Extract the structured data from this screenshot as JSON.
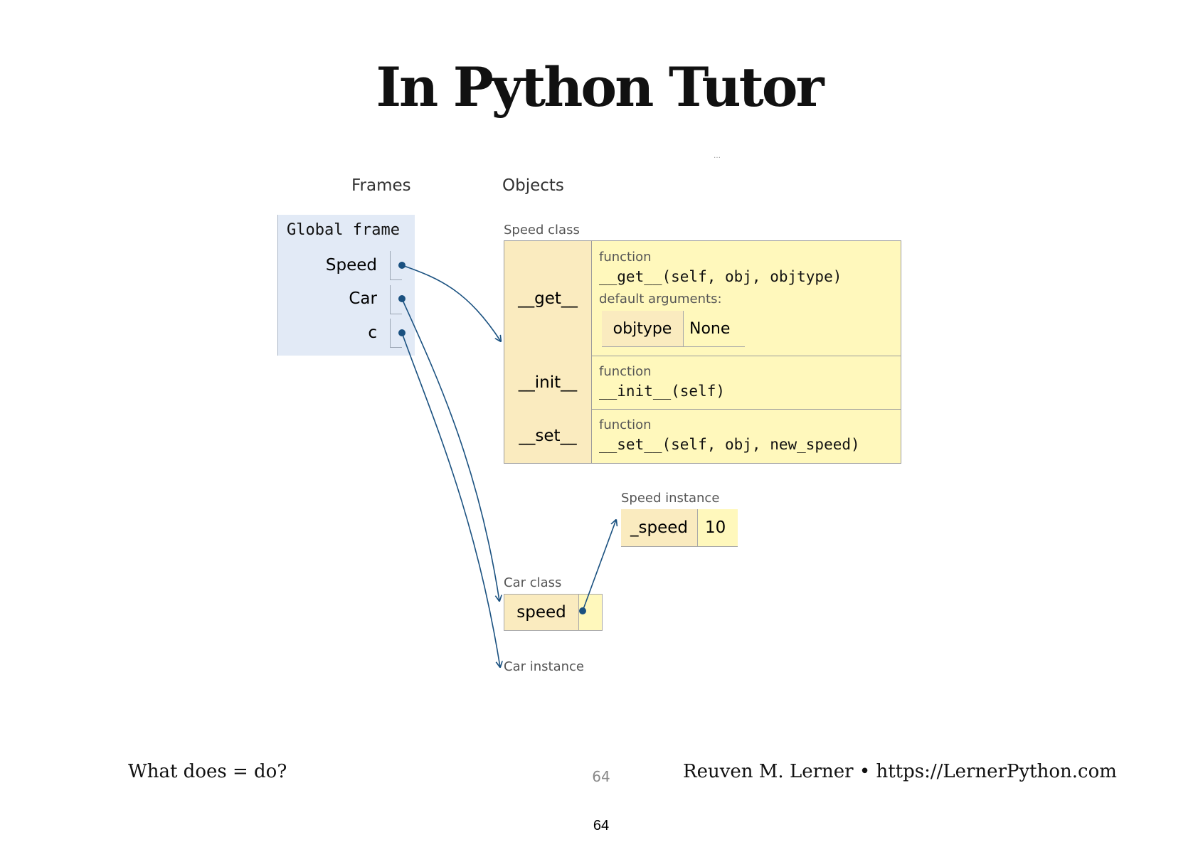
{
  "title": "In Python Tutor",
  "dots": "…",
  "frames_heading": "Frames",
  "objects_heading": "Objects",
  "global_frame": {
    "title": "Global frame",
    "vars": [
      "Speed",
      "Car",
      "c"
    ]
  },
  "speed_class": {
    "label": "Speed class",
    "rows": [
      {
        "key": "__get__",
        "type": "function",
        "signature": "__get__(self, obj, objtype)",
        "defaults_label": "default arguments:",
        "default_key": "objtype",
        "default_value": "None"
      },
      {
        "key": "__init__",
        "type": "function",
        "signature": "__init__(self)"
      },
      {
        "key": "__set__",
        "type": "function",
        "signature": "__set__(self, obj, new_speed)"
      }
    ]
  },
  "speed_instance": {
    "label": "Speed instance",
    "key": "_speed",
    "value": "10"
  },
  "car_class": {
    "label": "Car class",
    "key": "speed"
  },
  "car_instance": {
    "label": "Car instance"
  },
  "footer": {
    "left": "What does = do?",
    "middle": "64",
    "right": "Reuven M. Lerner • https://LernerPython.com"
  },
  "page_number": "64",
  "colors": {
    "arrow": "#1a5180",
    "frame_bg": "#e2eaf6",
    "object_bg": "#fff8bc",
    "key_bg": "#faebbf"
  }
}
